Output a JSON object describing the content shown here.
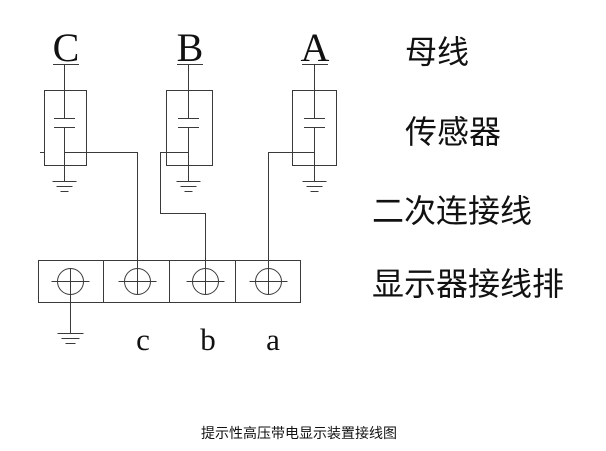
{
  "phases": [
    {
      "label": "C"
    },
    {
      "label": "B"
    },
    {
      "label": "A"
    }
  ],
  "terminals": [
    {
      "label": "c"
    },
    {
      "label": "b"
    },
    {
      "label": "a"
    }
  ],
  "legend": {
    "busbar": "母线",
    "sensor": "传感器",
    "secondary_wiring": "二次连接线",
    "terminal_strip": "显示器接线排"
  },
  "caption": "提示性高压带电显示装置接线图"
}
